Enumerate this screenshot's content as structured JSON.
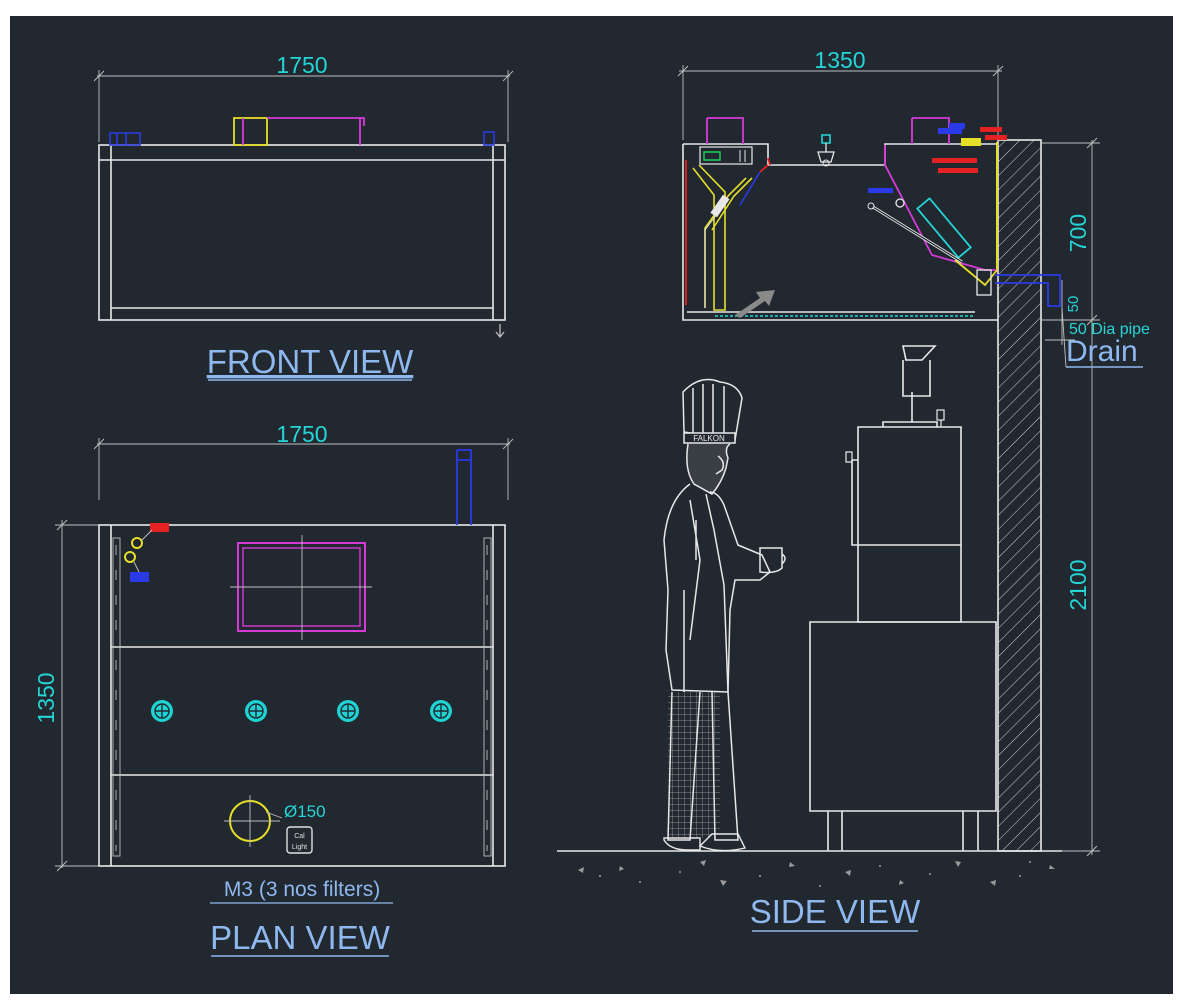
{
  "drawing": {
    "front_view": {
      "title": "FRONT VIEW",
      "width_dim": "1750"
    },
    "plan_view": {
      "title": "PLAN VIEW",
      "width_dim": "1750",
      "depth_dim": "1350",
      "filter_note": "M3 (3 nos filters)",
      "duct_dia": "Ø150",
      "light_label_1": "Cal",
      "light_label_2": "Light"
    },
    "side_view": {
      "title": "SIDE VIEW",
      "depth_dim": "1350",
      "hood_height_dim": "700",
      "drain_gap_dim": "50",
      "mount_height_dim": "2100",
      "pipe_note": "50 Dia pipe",
      "drain_label": "Drain",
      "hat_text": "FALKON"
    }
  },
  "colors": {
    "background": "#212830",
    "line": "#e8e8e8",
    "dimension": "#25d5d5",
    "title": "#8fb8ee",
    "magenta": "#d63ad6",
    "yellow": "#e6df2a",
    "red": "#e52222",
    "blue": "#2a3ae6"
  }
}
